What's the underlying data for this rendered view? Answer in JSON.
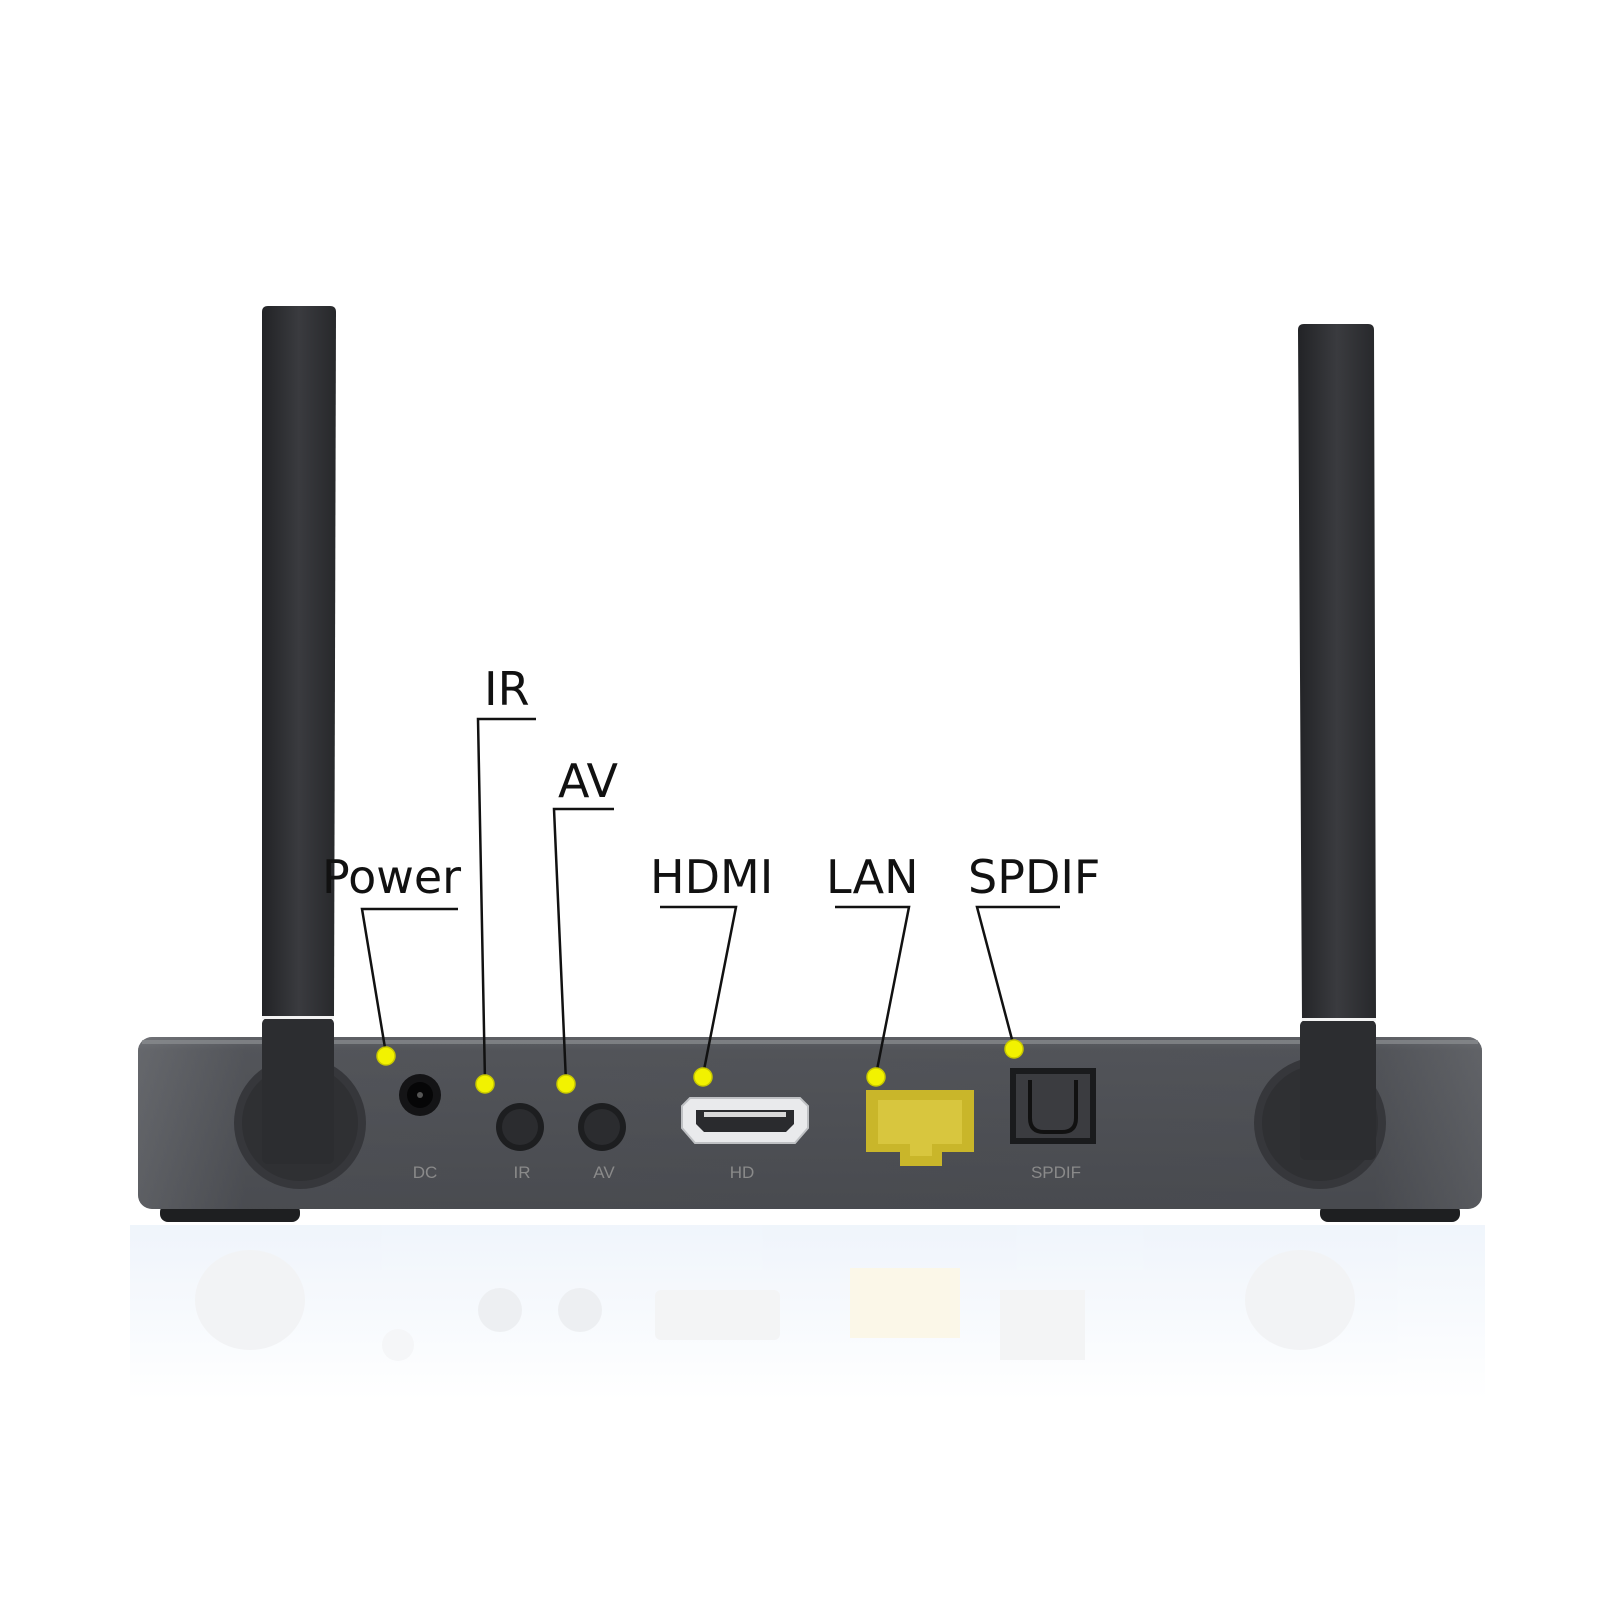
{
  "callouts": {
    "power": "Power",
    "ir": "IR",
    "av": "AV",
    "hdmi": "HDMI",
    "lan": "LAN",
    "spdif": "SPDIF"
  },
  "ports": {
    "dc": "DC",
    "ir": "IR",
    "av": "AV",
    "hd": "HD",
    "spdif": "SPDIF"
  },
  "colors": {
    "marker": "#f2f200",
    "body": "#4a4c51",
    "antenna": "#2e2f32",
    "lan_port": "#c9b62a",
    "leader": "#111111"
  },
  "icons": {
    "marker": "marker-dot-icon",
    "port": "port-icon"
  }
}
